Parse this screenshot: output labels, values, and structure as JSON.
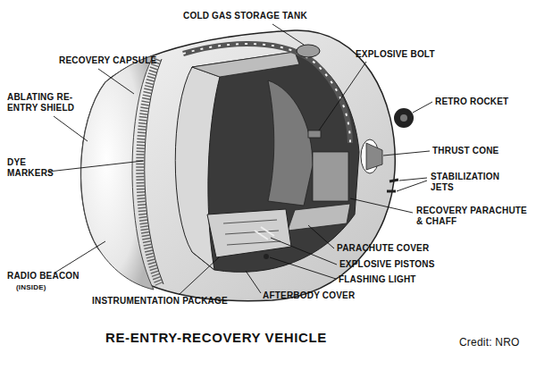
{
  "diagram": {
    "title": "RE-ENTRY-RECOVERY VEHICLE",
    "labels": [
      "COLD GAS STORAGE TANK",
      "RECOVERY CAPSULE",
      "EXPLOSIVE BOLT",
      "ABLATING RE-ENTRY SHIELD",
      "RETRO ROCKET",
      "THRUST CONE",
      "DYE MARKERS",
      "STABILIZATION JETS",
      "RECOVERY PARACHUTE & CHAFF",
      "PARACHUTE COVER",
      "EXPLOSIVE PISTONS",
      "FLASHING LIGHT",
      "RADIO BEACON",
      "(INSIDE)",
      "AFTERBODY COVER",
      "INSTRUMENTATION PACKAGE",
      "Credit: NRO"
    ]
  }
}
